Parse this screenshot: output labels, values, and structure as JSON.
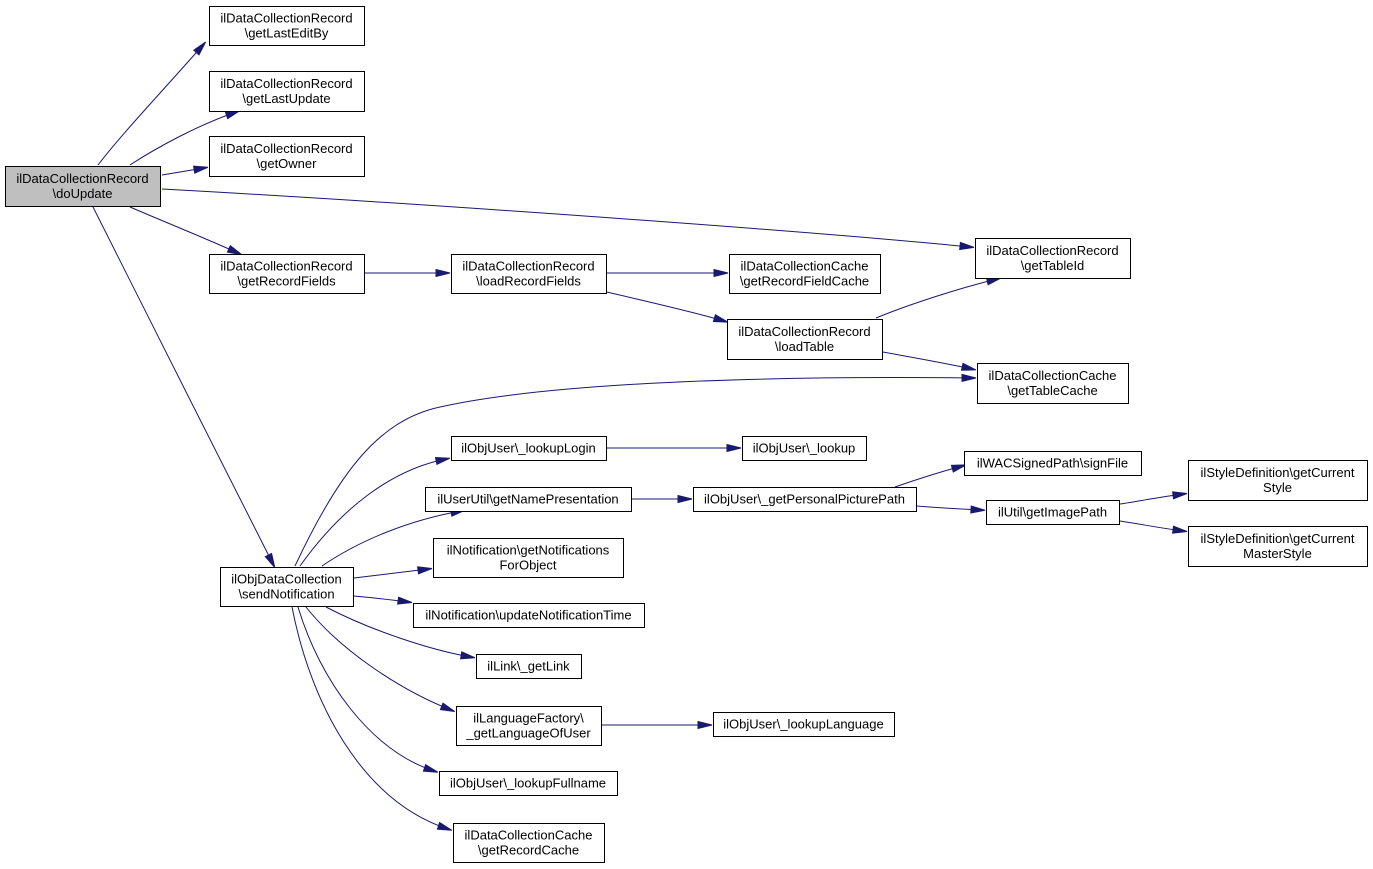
{
  "graph": {
    "colors": {
      "edge": "#191970",
      "root_fill": "#bfbfbf",
      "node_fill": "#ffffff",
      "node_border": "#000000"
    },
    "nodes": {
      "doUpdate": {
        "lines": [
          "ilDataCollectionRecord",
          "\\doUpdate"
        ],
        "root": true
      },
      "getLastEditBy": {
        "lines": [
          "ilDataCollectionRecord",
          "\\getLastEditBy"
        ]
      },
      "getLastUpdate": {
        "lines": [
          "ilDataCollectionRecord",
          "\\getLastUpdate"
        ]
      },
      "getOwner": {
        "lines": [
          "ilDataCollectionRecord",
          "\\getOwner"
        ]
      },
      "getRecordFields": {
        "lines": [
          "ilDataCollectionRecord",
          "\\getRecordFields"
        ]
      },
      "loadRecordFields": {
        "lines": [
          "ilDataCollectionRecord",
          "\\loadRecordFields"
        ]
      },
      "getRecordFieldCache": {
        "lines": [
          "ilDataCollectionCache",
          "\\getRecordFieldCache"
        ]
      },
      "loadTable": {
        "lines": [
          "ilDataCollectionRecord",
          "\\loadTable"
        ]
      },
      "getTableId": {
        "lines": [
          "ilDataCollectionRecord",
          "\\getTableId"
        ]
      },
      "getTableCache": {
        "lines": [
          "ilDataCollectionCache",
          "\\getTableCache"
        ]
      },
      "sendNotification": {
        "lines": [
          "ilObjDataCollection",
          "\\sendNotification"
        ]
      },
      "lookupLogin": {
        "lines": [
          "ilObjUser\\_lookupLogin"
        ]
      },
      "lookup": {
        "lines": [
          "ilObjUser\\_lookup"
        ]
      },
      "getNamePresentation": {
        "lines": [
          "ilUserUtil\\getNamePresentation"
        ]
      },
      "getPersonalPicturePath": {
        "lines": [
          "ilObjUser\\_getPersonalPicturePath"
        ]
      },
      "signFile": {
        "lines": [
          "ilWACSignedPath\\signFile"
        ]
      },
      "getImagePath": {
        "lines": [
          "ilUtil\\getImagePath"
        ]
      },
      "getCurrentStyle": {
        "lines": [
          "ilStyleDefinition\\getCurrent",
          "Style"
        ]
      },
      "getCurrentMasterStyle": {
        "lines": [
          "ilStyleDefinition\\getCurrent",
          "MasterStyle"
        ]
      },
      "getNotificationsForObject": {
        "lines": [
          "ilNotification\\getNotifications",
          "ForObject"
        ]
      },
      "updateNotificationTime": {
        "lines": [
          "ilNotification\\updateNotificationTime"
        ]
      },
      "getLink": {
        "lines": [
          "ilLink\\_getLink"
        ]
      },
      "getLanguageOfUser": {
        "lines": [
          "ilLanguageFactory\\",
          "_getLanguageOfUser"
        ]
      },
      "lookupLanguage": {
        "lines": [
          "ilObjUser\\_lookupLanguage"
        ]
      },
      "lookupFullname": {
        "lines": [
          "ilObjUser\\_lookupFullname"
        ]
      },
      "getRecordCache": {
        "lines": [
          "ilDataCollectionCache",
          "\\getRecordCache"
        ]
      }
    },
    "edges": [
      {
        "from": "doUpdate",
        "to": "getLastEditBy"
      },
      {
        "from": "doUpdate",
        "to": "getLastUpdate"
      },
      {
        "from": "doUpdate",
        "to": "getOwner"
      },
      {
        "from": "doUpdate",
        "to": "getTableId"
      },
      {
        "from": "doUpdate",
        "to": "getRecordFields"
      },
      {
        "from": "doUpdate",
        "to": "sendNotification"
      },
      {
        "from": "getRecordFields",
        "to": "loadRecordFields"
      },
      {
        "from": "loadRecordFields",
        "to": "getRecordFieldCache"
      },
      {
        "from": "loadRecordFields",
        "to": "loadTable"
      },
      {
        "from": "loadTable",
        "to": "getTableId"
      },
      {
        "from": "loadTable",
        "to": "getTableCache"
      },
      {
        "from": "sendNotification",
        "to": "getTableCache"
      },
      {
        "from": "sendNotification",
        "to": "lookupLogin"
      },
      {
        "from": "sendNotification",
        "to": "getNamePresentation"
      },
      {
        "from": "sendNotification",
        "to": "getNotificationsForObject"
      },
      {
        "from": "sendNotification",
        "to": "updateNotificationTime"
      },
      {
        "from": "sendNotification",
        "to": "getLink"
      },
      {
        "from": "sendNotification",
        "to": "getLanguageOfUser"
      },
      {
        "from": "sendNotification",
        "to": "lookupFullname"
      },
      {
        "from": "sendNotification",
        "to": "getRecordCache"
      },
      {
        "from": "lookupLogin",
        "to": "lookup"
      },
      {
        "from": "getNamePresentation",
        "to": "getPersonalPicturePath"
      },
      {
        "from": "getPersonalPicturePath",
        "to": "signFile"
      },
      {
        "from": "getPersonalPicturePath",
        "to": "getImagePath"
      },
      {
        "from": "getImagePath",
        "to": "getCurrentStyle"
      },
      {
        "from": "getImagePath",
        "to": "getCurrentMasterStyle"
      },
      {
        "from": "getLanguageOfUser",
        "to": "lookupLanguage"
      }
    ]
  }
}
